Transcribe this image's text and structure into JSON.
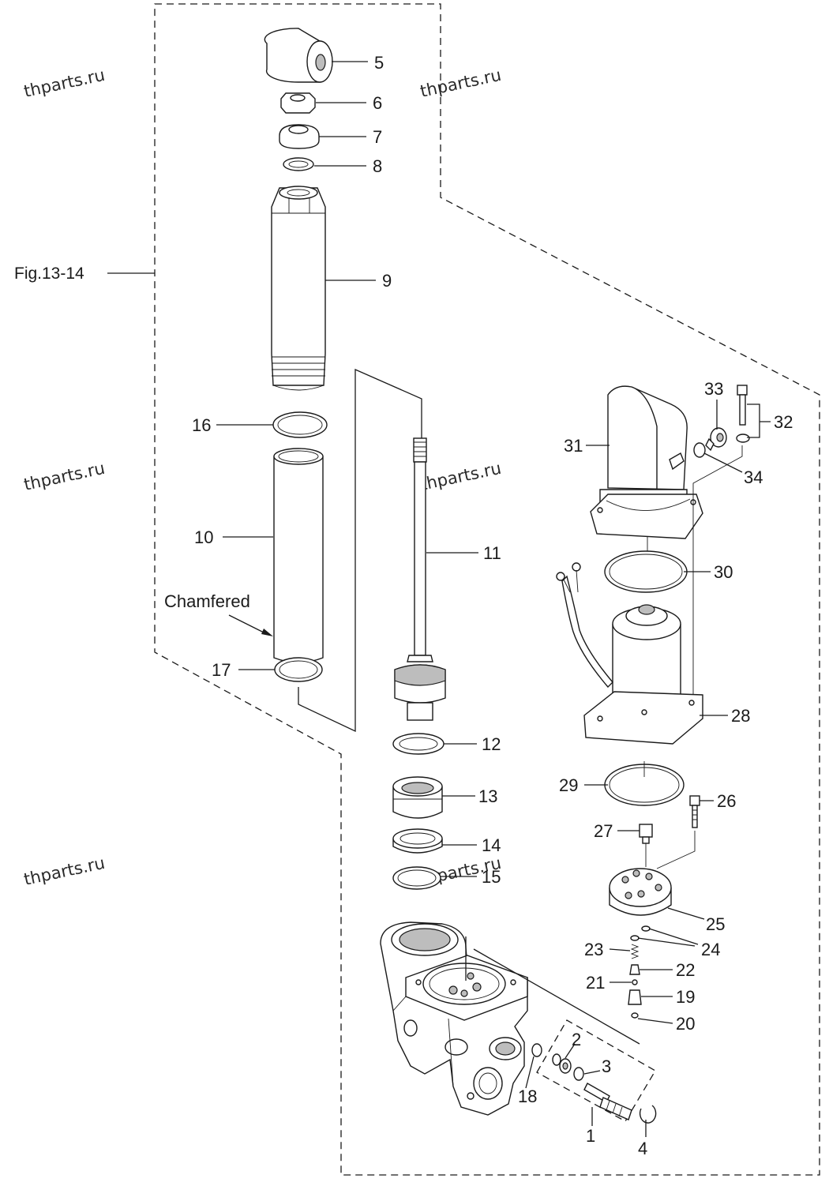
{
  "figure_ref": "Fig.13-14",
  "note": "Chamfered",
  "watermark": "thparts.ru",
  "callouts": [
    "1",
    "2",
    "3",
    "4",
    "5",
    "6",
    "7",
    "8",
    "9",
    "10",
    "11",
    "12",
    "13",
    "14",
    "15",
    "16",
    "17",
    "18",
    "19",
    "20",
    "21",
    "22",
    "23",
    "24",
    "25",
    "26",
    "27",
    "28",
    "29",
    "30",
    "31",
    "32",
    "33",
    "34"
  ]
}
